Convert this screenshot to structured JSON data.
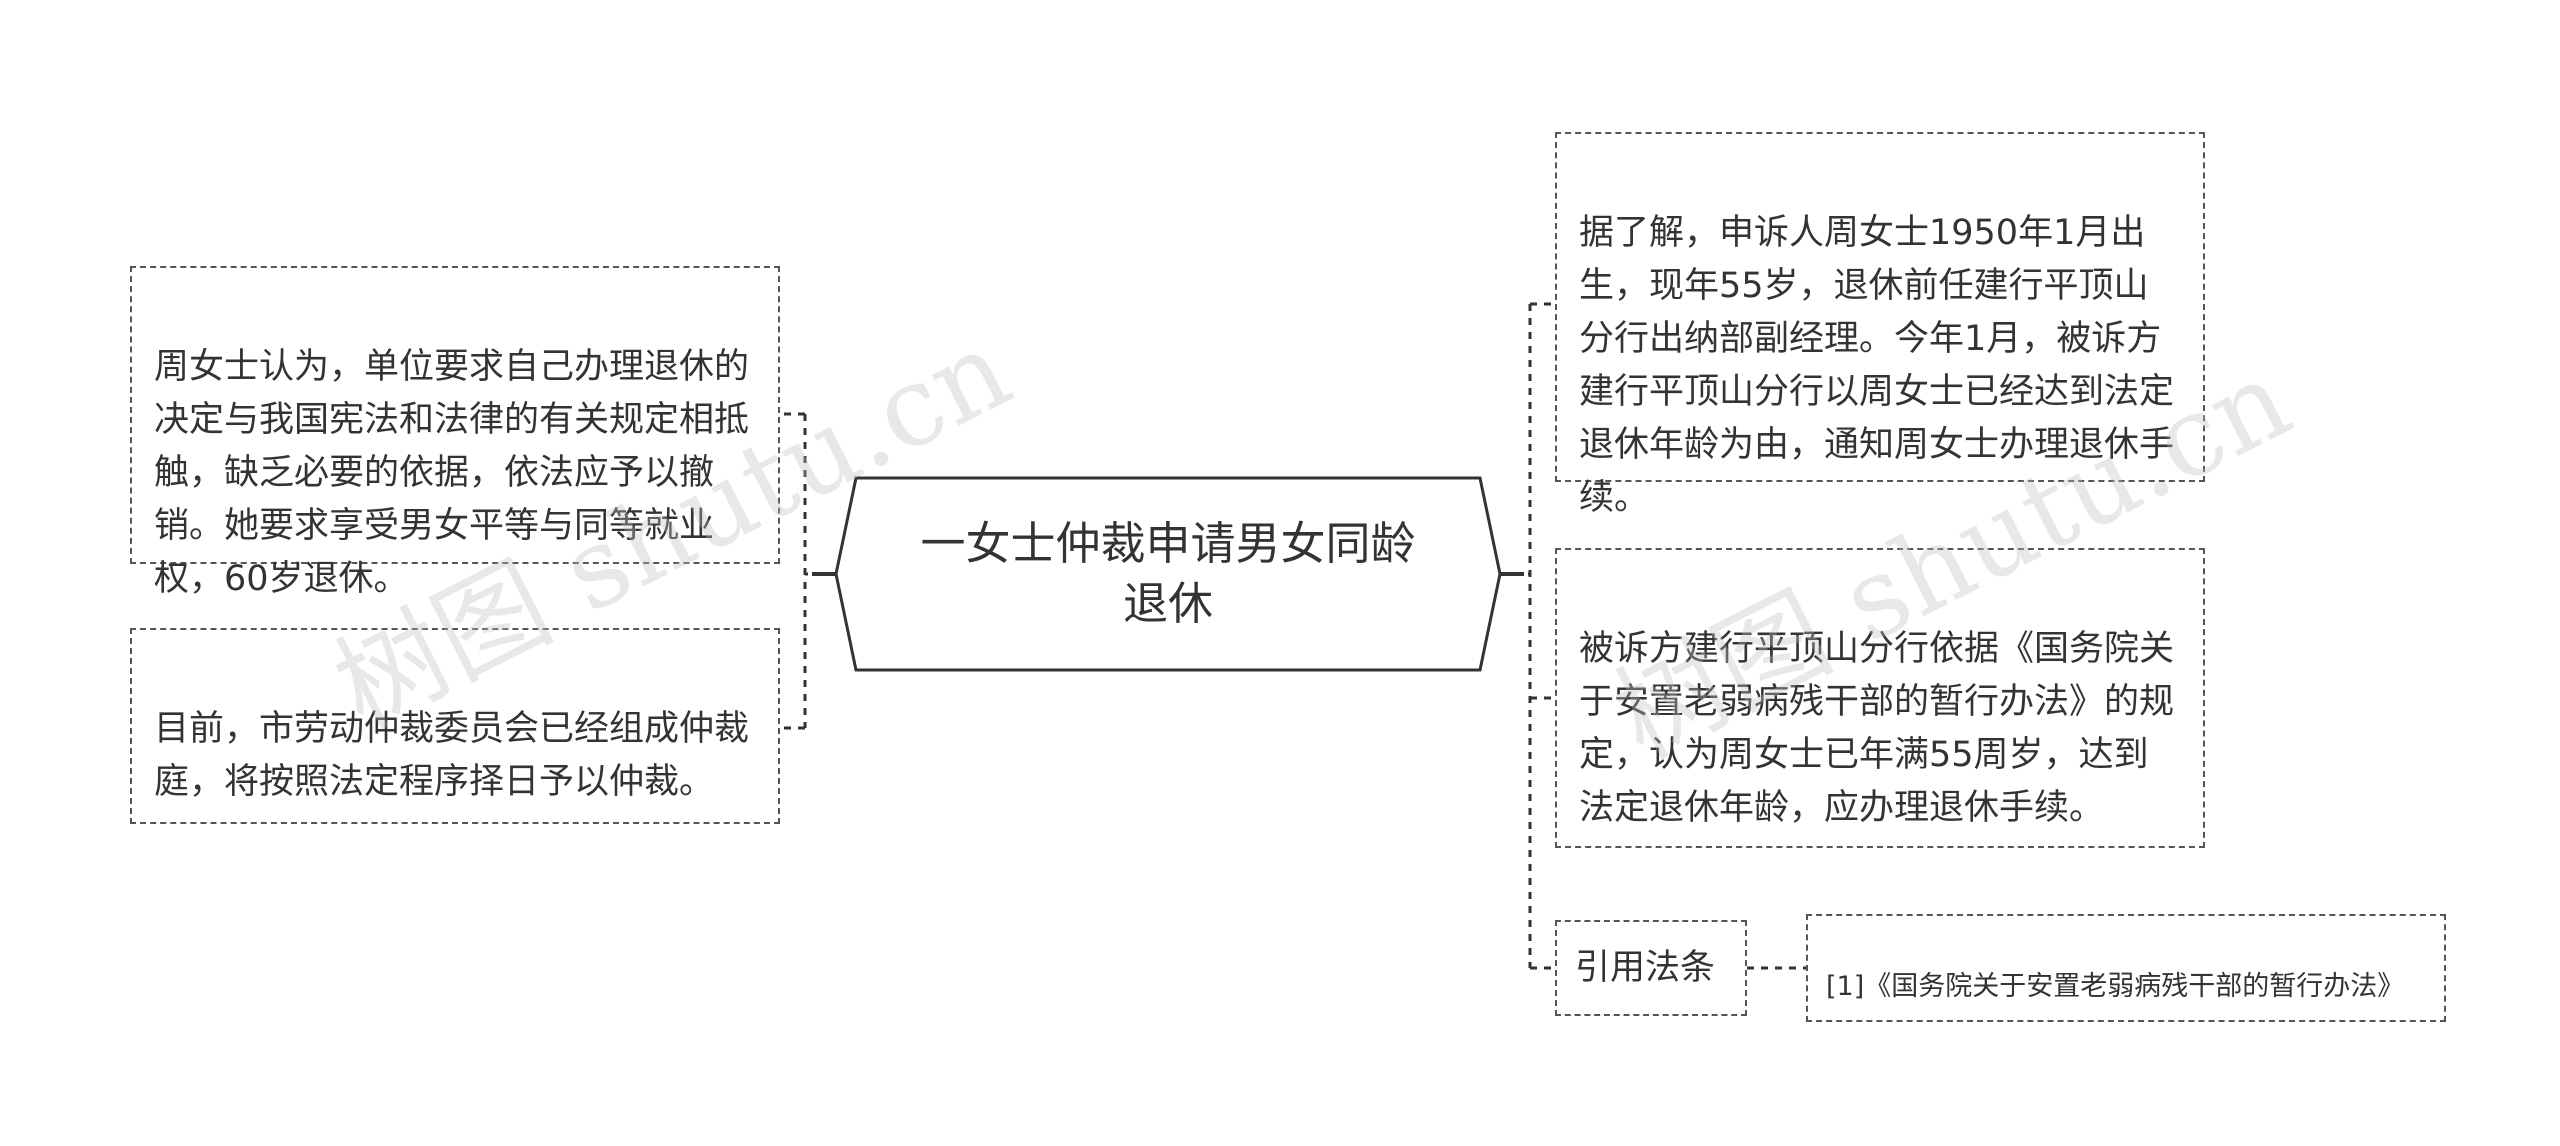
{
  "watermark": "树图 shutu.cn",
  "root": {
    "text": "一女士仲裁申请男女同龄退休"
  },
  "left_nodes": [
    {
      "text": "周女士认为，单位要求自己办理退休的决定与我国宪法和法律的有关规定相抵触，缺乏必要的依据，依法应予以撤销。她要求享受男女平等与同等就业权，60岁退休。"
    },
    {
      "text": "目前，市劳动仲裁委员会已经组成仲裁庭，将按照法定程序择日予以仲裁。"
    }
  ],
  "right_nodes": [
    {
      "text": "据了解，申诉人周女士1950年1月出生，现年55岁，退休前任建行平顶山分行出纳部副经理。今年1月，被诉方建行平顶山分行以周女士已经达到法定退休年龄为由，通知周女士办理退休手续。"
    },
    {
      "text": "被诉方建行平顶山分行依据《国务院关于安置老弱病残干部的暂行办法》的规定，认为周女士已年满55周岁，达到法定退休年龄，应办理退休手续。"
    },
    {
      "text": "引用法条"
    }
  ],
  "citation": {
    "text": "[1]《国务院关于安置老弱病残干部的暂行办法》"
  }
}
